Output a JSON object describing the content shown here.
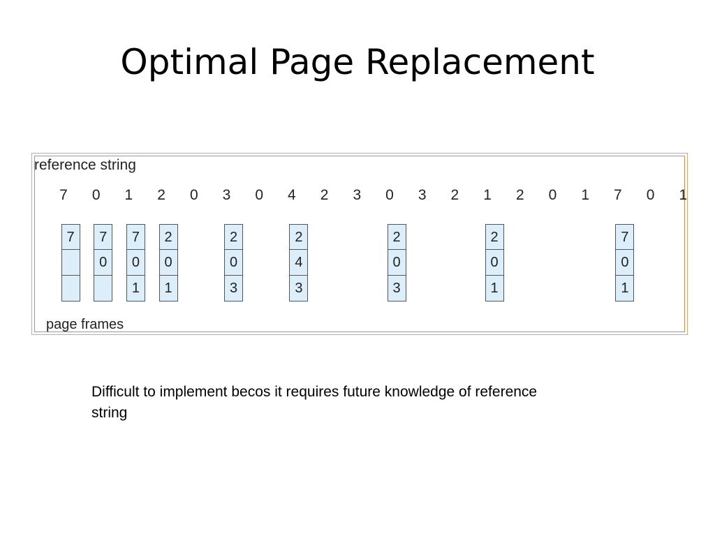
{
  "title": "Optimal Page Replacement",
  "diagram": {
    "reference_label": "reference string",
    "reference_string": [
      "7",
      "0",
      "1",
      "2",
      "0",
      "3",
      "0",
      "4",
      "2",
      "3",
      "0",
      "3",
      "2",
      "1",
      "2",
      "0",
      "1",
      "7",
      "0",
      "1"
    ],
    "frames_label": "page frames",
    "frames": [
      {
        "ref_index": 0,
        "cells": [
          "7",
          "",
          ""
        ]
      },
      {
        "ref_index": 1,
        "cells": [
          "7",
          "0",
          ""
        ]
      },
      {
        "ref_index": 2,
        "cells": [
          "7",
          "0",
          "1"
        ]
      },
      {
        "ref_index": 3,
        "cells": [
          "2",
          "0",
          "1"
        ]
      },
      {
        "ref_index": 5,
        "cells": [
          "2",
          "0",
          "3"
        ]
      },
      {
        "ref_index": 7,
        "cells": [
          "2",
          "4",
          "3"
        ]
      },
      {
        "ref_index": 10,
        "cells": [
          "2",
          "0",
          "3"
        ]
      },
      {
        "ref_index": 13,
        "cells": [
          "2",
          "0",
          "1"
        ]
      },
      {
        "ref_index": 17,
        "cells": [
          "7",
          "0",
          "1"
        ]
      }
    ],
    "frame_fill": "#dbeefa",
    "border_color": "#d08a55"
  },
  "note": "Difficult to implement becos it requires future knowledge of reference string"
}
